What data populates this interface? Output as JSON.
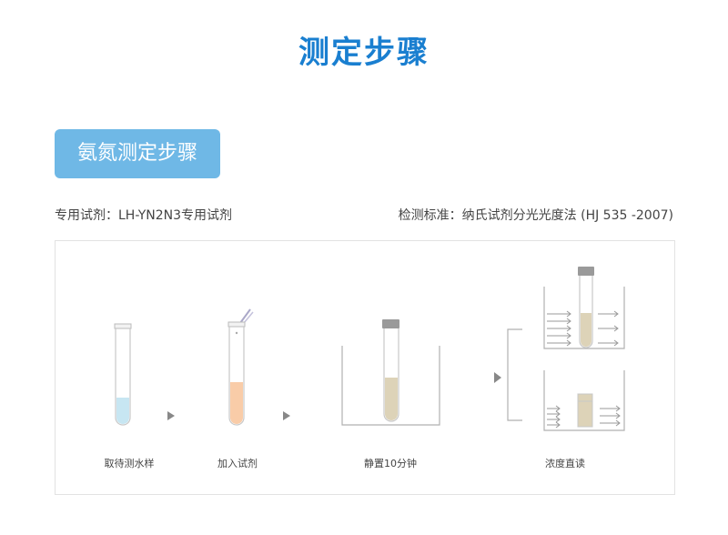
{
  "title": "测定步骤",
  "section_badge": "氨氮测定步骤",
  "reagent_text": "专用试剂：LH-YN2N3专用试剂",
  "standard_text": "检测标准：纳氏试剂分光光度法 (HJ  535 -2007)",
  "steps": [
    {
      "label": "取待测水样"
    },
    {
      "label": "加入试剂"
    },
    {
      "label": "静置10分钟"
    },
    {
      "label": "浓度直读"
    }
  ],
  "colors": {
    "title": "#1a7fd0",
    "badge_bg": "#6fb8e6",
    "water_sample": "#c7e6f2",
    "reagent_mix": "#f9cca8",
    "settled_liquid": "#ddd3b8",
    "arrow": "#888888"
  }
}
